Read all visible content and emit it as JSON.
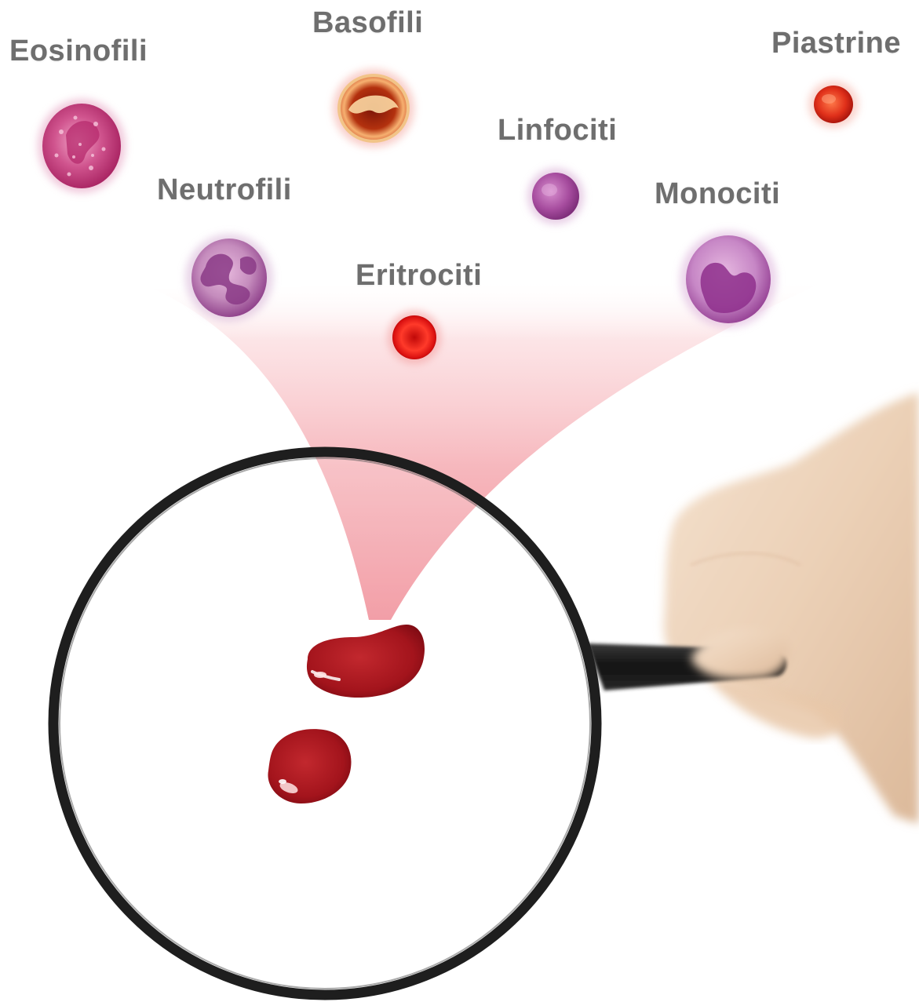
{
  "labels": {
    "eosinofili": "Eosinofili",
    "basofili": "Basofili",
    "piastrine": "Piastrine",
    "linfociti": "Linfociti",
    "neutrofili": "Neutrofili",
    "monociti": "Monociti",
    "eritrociti": "Eritrociti"
  },
  "colors": {
    "label_text": "#6e6e6e",
    "magnifier_frame": "#1e1e1e",
    "blood": "#a8141c",
    "beam": "#f4a8ae",
    "cell_purple": "#9c3f8e",
    "cell_pink": "#c02a6a",
    "erythrocyte": "#d81818",
    "skin": "#ecd2b8"
  },
  "icons": {
    "main": "magnifying-glass-icon",
    "hand": "hand-icon",
    "blood": "blood-drop-icon"
  }
}
